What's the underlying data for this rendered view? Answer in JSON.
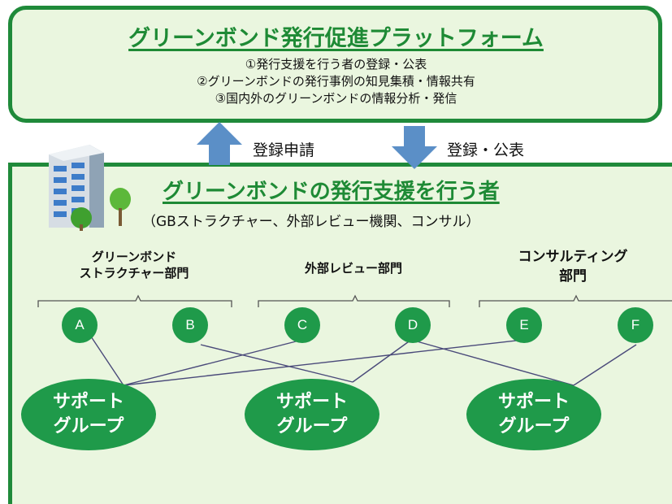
{
  "platform": {
    "title": "グリーンボンド発行促進プラットフォーム",
    "items": [
      "①発行支援を行う者の登録・公表",
      "②グリーンボンドの発行事例の知見集積・情報共有",
      "③国内外のグリーンボンドの情報分析・発信"
    ]
  },
  "arrows": {
    "up_label": "登録申請",
    "down_label": "登録・公表",
    "color": "#5b8fc7"
  },
  "supporters": {
    "title": "グリーンボンドの発行支援を行う者",
    "subtitle": "（GBストラクチャー、外部レビュー機関、コンサル）"
  },
  "departments": [
    {
      "lines": [
        "グリーンボンド",
        "ストラクチャー部門"
      ]
    },
    {
      "lines": [
        "外部レビュー部門"
      ]
    },
    {
      "lines": [
        "コンサルティング",
        "部門"
      ]
    }
  ],
  "nodes": [
    "A",
    "B",
    "C",
    "D",
    "E",
    "F"
  ],
  "groups": [
    {
      "lines": [
        "サポート",
        "グループ"
      ]
    },
    {
      "lines": [
        "サポート",
        "グループ"
      ]
    },
    {
      "lines": [
        "サポート",
        "グループ"
      ]
    }
  ],
  "colors": {
    "green_border": "#1f8a3a",
    "green_fill": "#1f9a4a",
    "pale_green": "#eaf6df",
    "connector": "#4a4a7a"
  }
}
